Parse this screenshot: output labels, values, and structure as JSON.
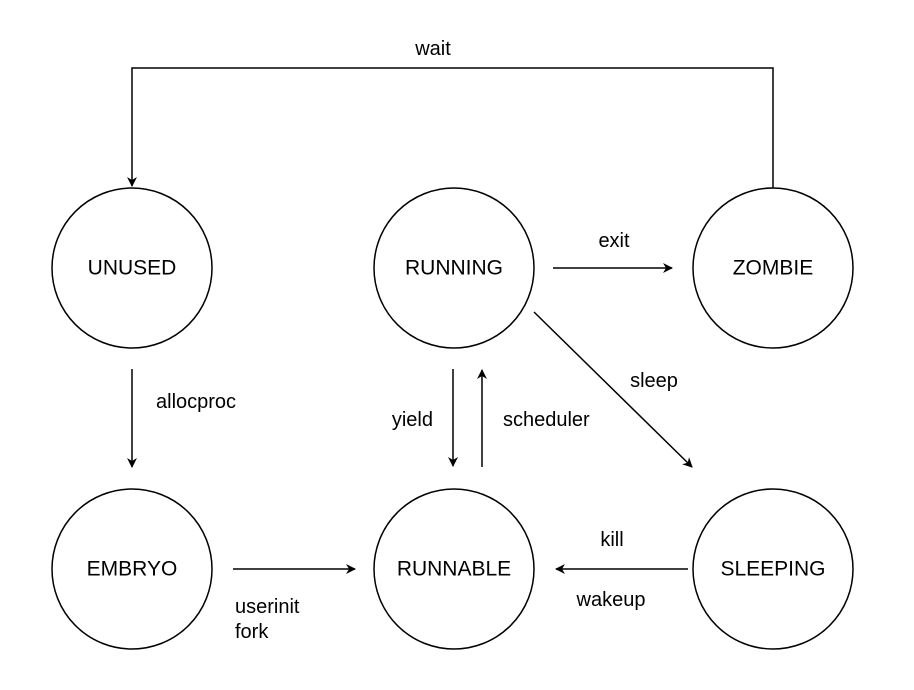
{
  "states": {
    "unused": "UNUSED",
    "embryo": "EMBRYO",
    "running": "RUNNING",
    "runnable": "RUNNABLE",
    "zombie": "ZOMBIE",
    "sleeping": "SLEEPING"
  },
  "transitions": {
    "wait": "wait",
    "allocproc": "allocproc",
    "userinit": "userinit",
    "fork": "fork",
    "exit": "exit",
    "sleep": "sleep",
    "yield": "yield",
    "scheduler": "scheduler",
    "kill": "kill",
    "wakeup": "wakeup"
  },
  "colors": {
    "stroke": "#000000",
    "background": "#ffffff"
  }
}
